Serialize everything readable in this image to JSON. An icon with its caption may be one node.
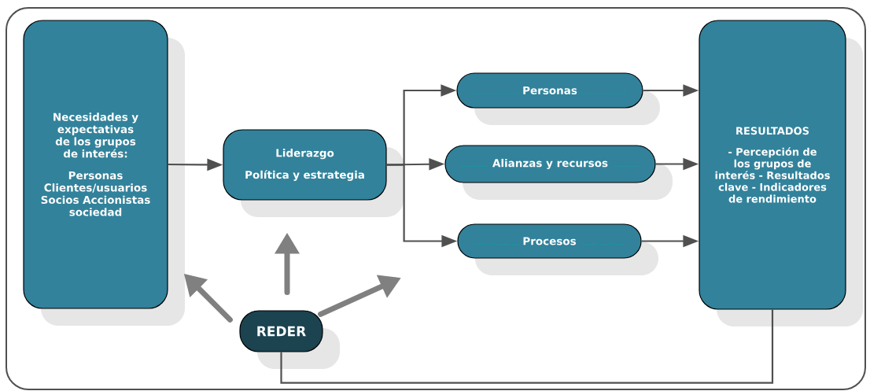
{
  "diagram": {
    "nodes": [
      {
        "text": [
          "Necesidades y expectativas de los grupos de interés:",
          "Personas Clientes/usuarios Socios Accionistas sociedad"
        ]
      },
      {
        "text": [
          "Liderazgo",
          "Política y estrategia"
        ]
      },
      {
        "text": [
          "Personas"
        ]
      },
      {
        "text": [
          "Alianzas y recursos"
        ]
      },
      {
        "text": [
          "Procesos"
        ]
      },
      {
        "text": [
          "RESULTADOS",
          "- Percepción de los grupos de interés - Resultados clave - Indicadores de rendimiento"
        ]
      },
      {
        "text": [
          "REDER"
        ]
      }
    ],
    "edges": [
      {
        "from": 0,
        "to": 1,
        "arrow": "to"
      },
      {
        "from": 1,
        "to": 2,
        "arrow": "to"
      },
      {
        "from": 1,
        "to": 3,
        "arrow": "to"
      },
      {
        "from": 1,
        "to": 4,
        "arrow": "to"
      },
      {
        "from": 2,
        "to": 5,
        "arrow": "to"
      },
      {
        "from": 3,
        "to": 5,
        "arrow": "to"
      },
      {
        "from": 4,
        "to": 5,
        "arrow": "to"
      },
      {
        "from": 6,
        "to": 0,
        "arrow": "to",
        "style": "thick",
        "color": "#808080"
      },
      {
        "from": 6,
        "to": 1,
        "arrow": "to",
        "style": "thick",
        "color": "#808080"
      },
      {
        "from": 6,
        "to": null,
        "arrow": "to",
        "style": "thick",
        "color": "#808080"
      },
      {
        "from": 5,
        "to": 6,
        "arrow": "none"
      }
    ]
  }
}
